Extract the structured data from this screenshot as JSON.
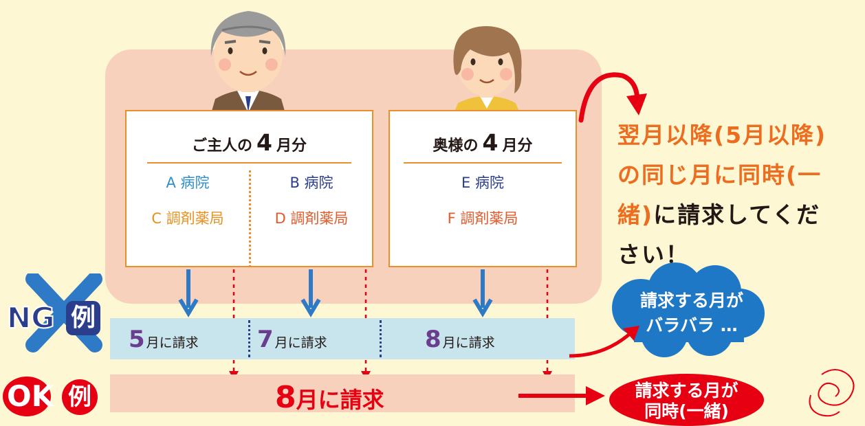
{
  "people": {
    "husband_card": {
      "title_pre": "ご主人の",
      "title_num": "4",
      "title_post": "月分",
      "col1": [
        "A 病院",
        "C 調剤薬局"
      ],
      "col2": [
        "B 病院",
        "D 調剤薬局"
      ]
    },
    "wife_card": {
      "title_pre": "奥様の",
      "title_num": "4",
      "title_post": "月分",
      "col1": [
        "E 病院",
        "F 調剤薬局"
      ]
    }
  },
  "message": {
    "line1": "翌月以降(5月以降)",
    "line2": "の同じ月に同時(一",
    "line3_orange": "緒)",
    "line3_rest": "に請求してくだ",
    "line4": "さい！"
  },
  "ng": {
    "badge_left": "NG",
    "badge_right": "例",
    "bills": [
      {
        "num": "5",
        "text": "月に請求"
      },
      {
        "num": "7",
        "text": "月に請求"
      },
      {
        "num": "8",
        "text": "月に請求"
      }
    ],
    "cloud": {
      "line1": "請求する月が",
      "line2": "バラバラ …"
    }
  },
  "ok": {
    "badge_left": "OK",
    "badge_right": "例",
    "bill": {
      "num": "8",
      "text": "月に請求"
    },
    "bubble": {
      "line1": "請求する月が",
      "line2": "同時(一緒)"
    }
  },
  "colors": {
    "panel": "#f8d1bd",
    "card_border": "#e88f2c",
    "ng_band": "#c8e5ee",
    "ok_band": "#f8d1bd",
    "red": "#e60012",
    "blue": "#2f8fcc",
    "cloud": "#1f78c6"
  }
}
